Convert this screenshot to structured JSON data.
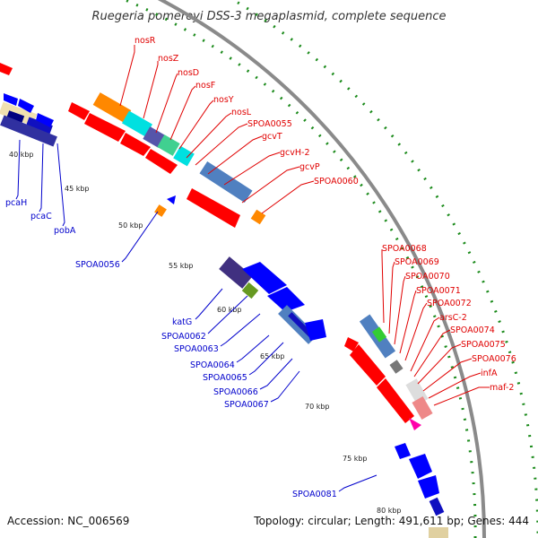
{
  "title": "Ruegeria pomeroyi DSS-3 megaplasmid, complete sequence",
  "footer": {
    "accession": "Accession: NC_006569",
    "topology": "Topology: circular; Length: 491,611 bp; Genes: 444"
  },
  "ticks": [
    "40 kbp",
    "45 kbp",
    "50 kbp",
    "55 kbp",
    "60 kbp",
    "65 kbp",
    "70 kbp",
    "75 kbp",
    "80 kbp"
  ],
  "forward_labels": [
    "nosR",
    "nosZ",
    "nosD",
    "nosF",
    "nosY",
    "nosL",
    "SPOA0055",
    "gcvT",
    "gcvH-2",
    "gcvP",
    "SPOA0060",
    "SPOA0068",
    "SPOA0069",
    "SPOA0070",
    "SPOA0071",
    "SPOA0072",
    "arsC-2",
    "SPOA0074",
    "SPOA0075",
    "SPOA0076",
    "infA",
    "maf-2"
  ],
  "reverse_labels": [
    "pcaH",
    "pcaC",
    "pobA",
    "SPOA0056",
    "katG",
    "SPOA0062",
    "SPOA0063",
    "SPOA0064",
    "SPOA0065",
    "SPOA0066",
    "SPOA0067",
    "SPOA0081"
  ],
  "colors": {
    "forward": "#ff0000",
    "reverse": "#0000ff",
    "backbone": "#8a8a8a",
    "gc_skew": "#1a8a1a"
  }
}
